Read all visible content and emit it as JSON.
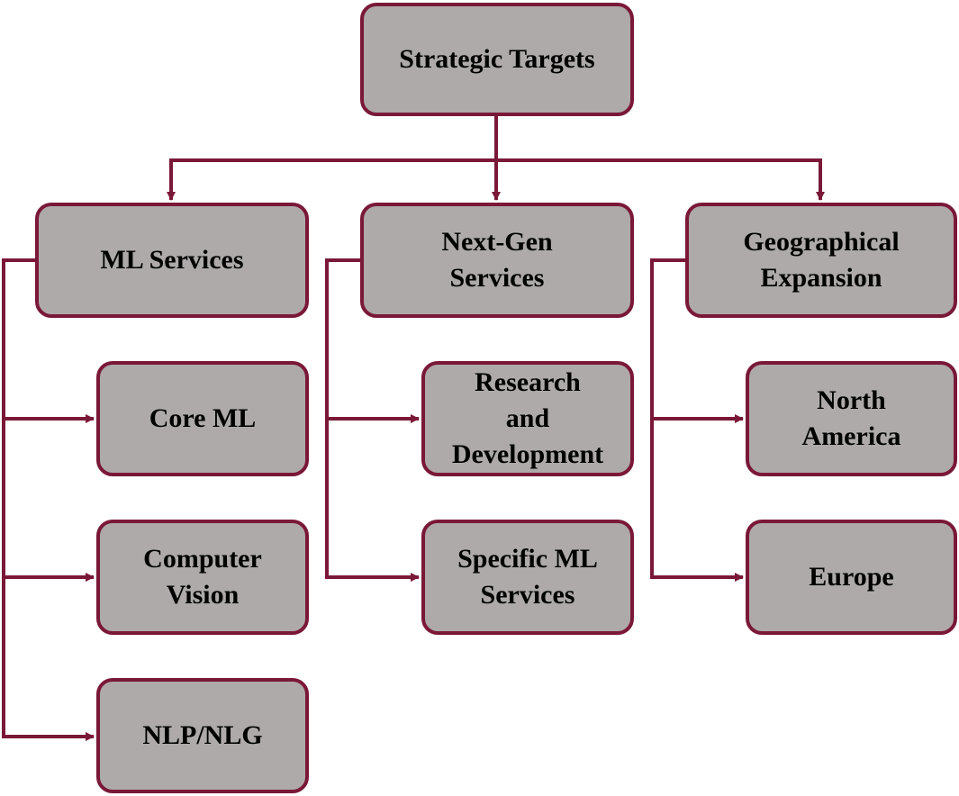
{
  "diagram": {
    "root": {
      "label": "Strategic Targets"
    },
    "branches": [
      {
        "label": "ML Services",
        "children": [
          "Core ML",
          "Computer\nVision",
          "NLP/NLG"
        ]
      },
      {
        "label": "Next-Gen\nServices",
        "children": [
          "Research\nand\nDevelopment",
          "Specific ML\nServices"
        ]
      },
      {
        "label": "Geographical\nExpansion",
        "children": [
          "North\nAmerica",
          "Europe"
        ]
      }
    ],
    "colors": {
      "box_fill": "#aeaaaa",
      "box_border": "#7a1838",
      "connector": "#7a1838",
      "text": "#000000"
    }
  }
}
